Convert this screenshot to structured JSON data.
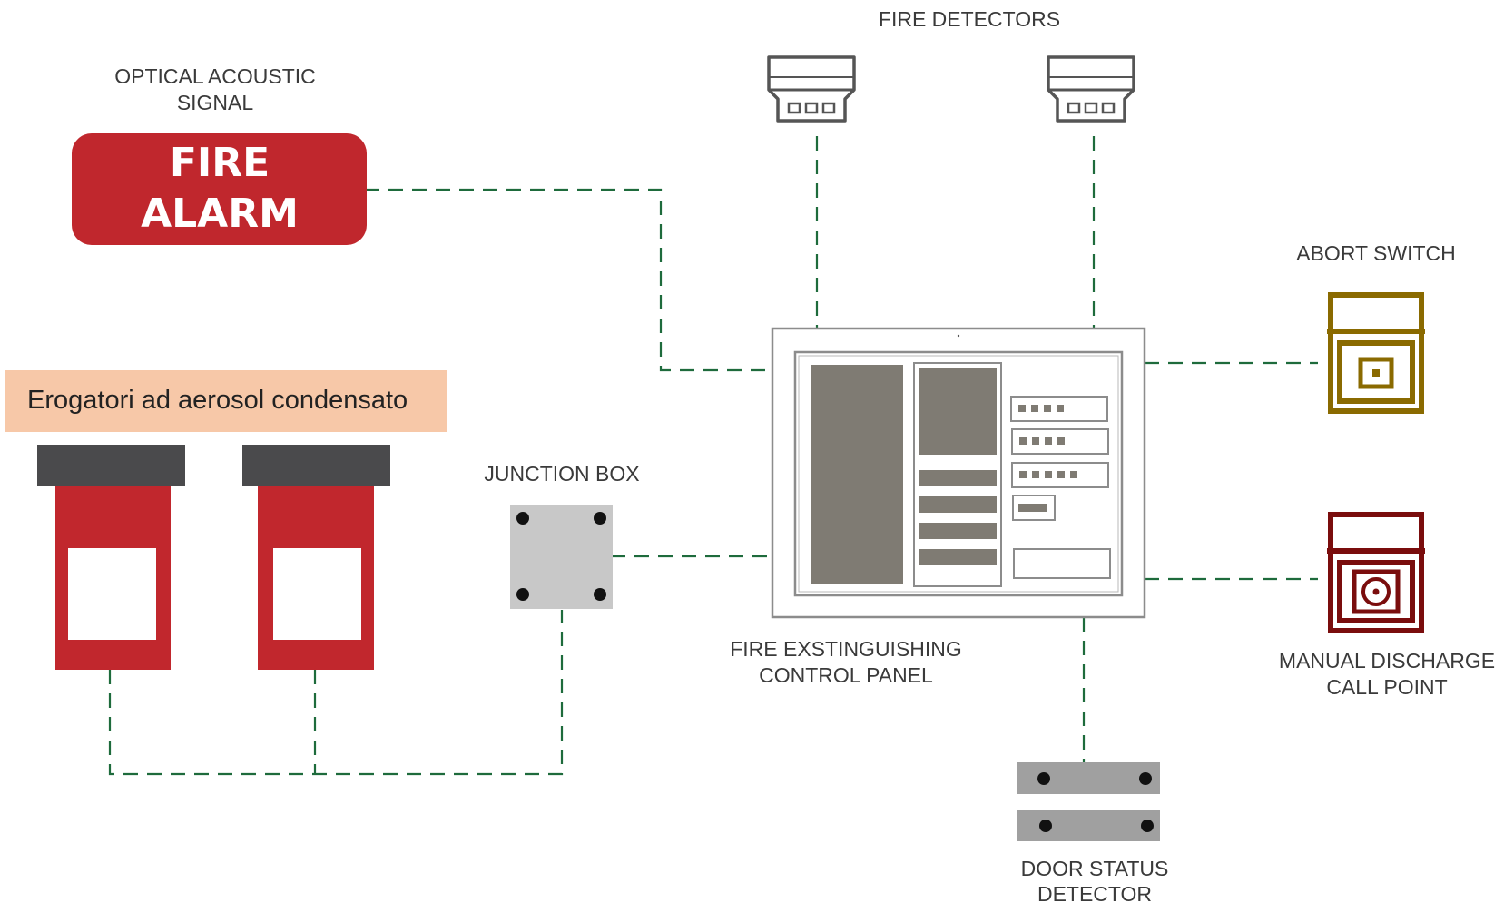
{
  "labels": {
    "optical_line1": "OPTICAL ACOUSTIC",
    "optical_line2": "SIGNAL",
    "fire_detectors": "FIRE DETECTORS",
    "abort_switch": "ABORT SWITCH",
    "junction_box": "JUNCTION BOX",
    "control_panel_line1": "FIRE EXSTINGUISHING",
    "control_panel_line2": "CONTROL PANEL",
    "manual_line1": "MANUAL DISCHARGE",
    "manual_line2": "CALL POINT",
    "door_line1": "DOOR STATUS",
    "door_line2": "DETECTOR"
  },
  "alarm": {
    "line1": "FIRE",
    "line2": "ALARM"
  },
  "banner": {
    "text": "Erogatori ad aerosol condensato"
  },
  "colors": {
    "alarm_red": "#c0272d",
    "generator_red": "#c1272d",
    "generator_cap": "#4a4a4c",
    "abort_switch": "#8a6a00",
    "manual_call_point": "#7a0d0d",
    "wire": "#1e6b3c",
    "banner_bg": "#f7c8a8",
    "junction_box": "#c8c8c8",
    "door_detector": "#a0a0a0",
    "panel_block": "#7f7b73"
  },
  "icons": [
    "fire-detector-icon",
    "abort-switch-icon",
    "manual-call-point-icon",
    "junction-box-icon",
    "door-status-detector-icon",
    "control-panel-icon",
    "aerosol-generator-icon"
  ]
}
